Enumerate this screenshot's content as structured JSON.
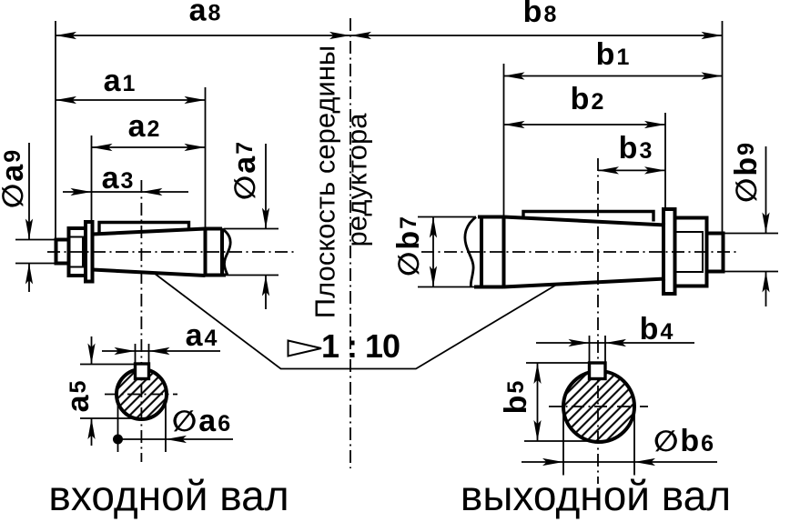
{
  "drawing": {
    "type": "engineering-dimension-diagram",
    "colors": {
      "ink": "#000000",
      "background": "#ffffff"
    },
    "center_plane_label": {
      "line1": "Плоскость середины",
      "line2": "редуктора"
    },
    "taper": {
      "value": "1 : 10",
      "symbol": "taper-triangle"
    },
    "titles": {
      "input_shaft": "входной вал",
      "output_shaft": "выходной вал"
    },
    "dims": {
      "a1": {
        "letter": "a",
        "sub": "1"
      },
      "a2": {
        "letter": "a",
        "sub": "2"
      },
      "a3": {
        "letter": "a",
        "sub": "3"
      },
      "a4": {
        "letter": "a",
        "sub": "4"
      },
      "a5": {
        "letter": "a",
        "sub": "5"
      },
      "a6": {
        "prefix": "∅",
        "letter": "a",
        "sub": "6"
      },
      "a7": {
        "prefix": "∅",
        "letter": "a",
        "sub": "7"
      },
      "a8": {
        "letter": "a",
        "sub": "8"
      },
      "a9": {
        "prefix": "∅",
        "letter": "a",
        "sub": "9"
      },
      "b1": {
        "letter": "b",
        "sub": "1"
      },
      "b2": {
        "letter": "b",
        "sub": "2"
      },
      "b3": {
        "letter": "b",
        "sub": "3"
      },
      "b4": {
        "letter": "b",
        "sub": "4"
      },
      "b5": {
        "letter": "b",
        "sub": "5"
      },
      "b6": {
        "prefix": "∅",
        "letter": "b",
        "sub": "6"
      },
      "b7": {
        "prefix": "∅",
        "letter": "b",
        "sub": "7"
      },
      "b8": {
        "letter": "b",
        "sub": "8"
      },
      "b9": {
        "prefix": "∅",
        "letter": "b",
        "sub": "9"
      }
    }
  }
}
